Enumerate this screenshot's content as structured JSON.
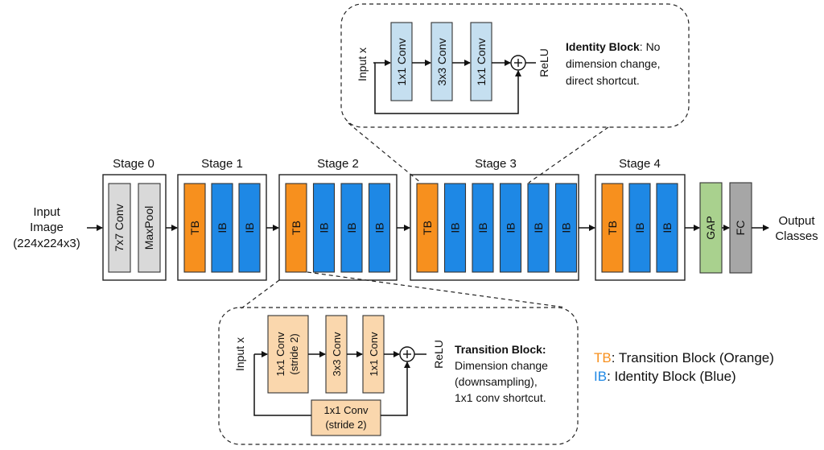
{
  "colors": {
    "transition": "#f7901e",
    "identity": "#1e88e5",
    "gray_block": "#d9d9d9",
    "gap": "#a9d18e",
    "fc": "#a6a6a6",
    "transition_light": "#fad7ad",
    "identity_light": "#c5dff0"
  },
  "input": {
    "line1": "Input",
    "line2": "Image",
    "line3": "(224x224x3)"
  },
  "output": {
    "line1": "Output",
    "line2": "Classes"
  },
  "stages": [
    {
      "title": "Stage 0",
      "blocks": [
        "7x7 Conv",
        "MaxPool"
      ]
    },
    {
      "title": "Stage 1",
      "blocks": [
        "TB",
        "IB",
        "IB"
      ]
    },
    {
      "title": "Stage 2",
      "blocks": [
        "TB",
        "IB",
        "IB",
        "IB"
      ]
    },
    {
      "title": "Stage 3",
      "blocks": [
        "TB",
        "IB",
        "IB",
        "IB",
        "IB",
        "IB"
      ]
    },
    {
      "title": "Stage 4",
      "blocks": [
        "TB",
        "IB",
        "IB"
      ]
    }
  ],
  "head": {
    "gap": "GAP",
    "fc": "FC"
  },
  "identity_detail": {
    "input_label": "Input x",
    "convs": [
      "1x1 Conv",
      "3x3 Conv",
      "1x1 Conv"
    ],
    "relu": "ReLU",
    "title": "Identity Block",
    "desc1": ": No",
    "desc2": "dimension change,",
    "desc3": "direct shortcut."
  },
  "transition_detail": {
    "input_label": "Input x",
    "conv1_a": "1x1 Conv",
    "conv1_b": "(stride 2)",
    "conv2": "3x3 Conv",
    "conv3": "1x1 Conv",
    "shortcut_a": "1x1 Conv",
    "shortcut_b": "(stride 2)",
    "relu": "ReLU",
    "title": "Transition Block:",
    "desc1": "Dimension change",
    "desc2": "(downsampling),",
    "desc3": "1x1 conv shortcut."
  },
  "legend": {
    "tb_abbr": "TB",
    "tb_text": ": Transition Block (Orange)",
    "ib_abbr": "IB",
    "ib_text": ": Identity Block (Blue)"
  }
}
